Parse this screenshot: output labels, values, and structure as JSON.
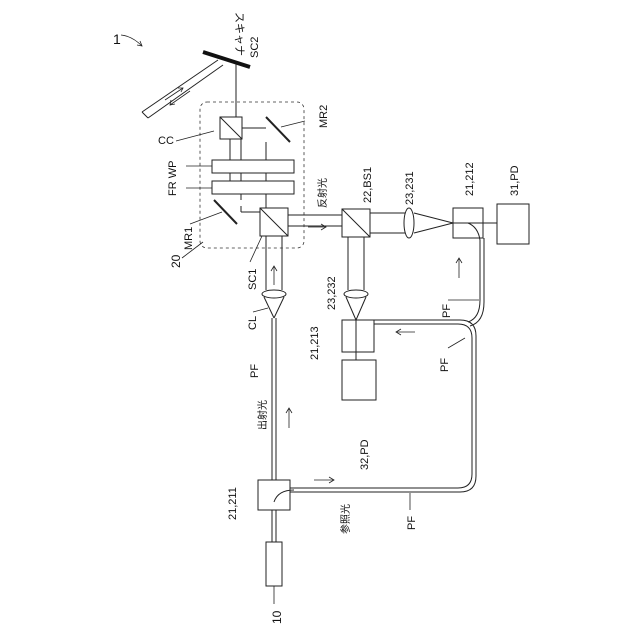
{
  "figure_number": "1",
  "labels": {
    "scanner": "スキャナ",
    "sc2": "SC2",
    "cc": "CC",
    "mr2": "MR2",
    "fr_wp": "FR WP",
    "mr1": "MR1",
    "unit_20": "20",
    "sc1": "SC1",
    "cl": "CL",
    "bs1": "22,BS1",
    "lens_231": "23,231",
    "coupler_212": "21,212",
    "pd_31": "31,PD",
    "reflected_light": "反射光",
    "lens_232": "23,232",
    "coupler_213": "21,213",
    "pd_32": "32,PD",
    "pf_left": "PF",
    "emitted_light": "出射光",
    "coupler_211": "21,211",
    "reference_light": "参照光",
    "pf_bottom": "PF",
    "pf_mid": "PF",
    "pf_right": "PF",
    "source_10": "10"
  },
  "colors": {
    "line": "#222222",
    "background": "#ffffff"
  }
}
